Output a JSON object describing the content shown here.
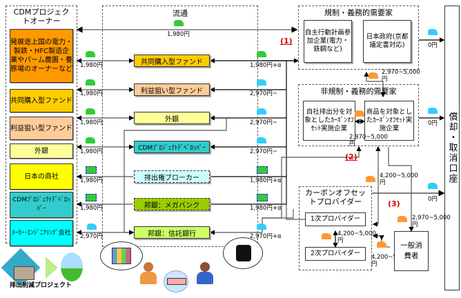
{
  "owner_group": {
    "title": "CDMプロジェクトオーナー",
    "items": [
      {
        "label": "発展途上国の電力・製鉄・HFC製造企業やパーム農園・養豚場のオーナーなど",
        "color": "#ff9900"
      },
      {
        "label": "共同購入型ファンド",
        "color": "#ffcc00"
      },
      {
        "label": "利益狙い型ファンド",
        "color": "#ffcc99"
      },
      {
        "label": "外銀",
        "color": "#ffff99"
      },
      {
        "label": "日本の商社",
        "color": "#ffff00"
      },
      {
        "label": "CDMﾌﾟﾛｼﾞｪｸﾄﾃﾞﾍﾞﾛｯﾊﾟｰ",
        "color": "#33cccc"
      },
      {
        "label": "ﾒｰｶｰ･ｴﾝｼﾞﾆｱﾘﾝｸﾞ会社",
        "color": "#00ffff"
      }
    ],
    "project_label": "排出削減プロジェクト"
  },
  "distribution": {
    "title": "流通",
    "direct_price": "1,980円",
    "intermediaries": [
      {
        "label": "共同購入型ファンド",
        "color": "#ffcc00",
        "buy_price": "1,980円",
        "sell_price": "1,980円+α",
        "style": "solid"
      },
      {
        "label": "利益狙い型ファンド",
        "color": "#ffcc99",
        "buy_price": "1,980円",
        "sell_price": "2,970円~",
        "style": "solid"
      },
      {
        "label": "外銀",
        "color": "#ffff99",
        "buy_price": "1,980円",
        "sell_price": "2,970円~",
        "style": "solid"
      },
      {
        "label": "CDMﾌﾟﾛｼﾞｪｸﾄﾃﾞﾍﾞﾛｯﾊﾟｰ",
        "color": "#33cccc",
        "buy_price": "1,980円",
        "sell_price": "2,970円~",
        "style": "solid"
      },
      {
        "label": "排出権ブローカー",
        "color": "#ccffff",
        "buy_price": "1,980円",
        "sell_price": "1,980円+α",
        "style": "dashed"
      },
      {
        "label": "邦銀：メガバンク",
        "color": "#99cc00",
        "buy_price": "1,980円",
        "sell_price": "1,980円+α",
        "style": "dashed"
      },
      {
        "label": "邦銀：信託銀行",
        "color": "#ccff66",
        "buy_price": "2,970円",
        "sell_price": "2,970円+α",
        "style": "solid"
      }
    ]
  },
  "regulated": {
    "title": "規制・義務的需要家",
    "marker": "(1)",
    "boxes": [
      "自主行動計画参加企業(電力・鉄鋼など)",
      "日本政府(京都議定書対応)"
    ],
    "inflow_price": "2,970~5,000円",
    "to_registry": "0円"
  },
  "non_regulated": {
    "title": "非規制・義務的需要家",
    "marker": "(2)",
    "boxes": [
      "自社排出分を対象としたｶｰﾎﾞﾝｵﾌｾｯﾄ実施企業",
      "商品を対象としたｶｰﾎﾞﾝｵﾌｾｯﾄ実施企業"
    ],
    "inner_price": "2,970~5,000円",
    "inflow_price": "4,200~5,000円",
    "to_registry": "0円"
  },
  "offset_provider": {
    "title": "カーボンオフセットプロバイダー",
    "marker": "(3)",
    "tiers": [
      "1次プロバイダー",
      "2次プロバイダー"
    ],
    "tier_price": "4,200~5,000円",
    "consumer_price": "4,200~5,000円",
    "to_registry": "0円"
  },
  "consumer": {
    "label": "一般消費者",
    "price": "2,970~5,000円"
  },
  "registry": {
    "label": "償却・取消口座"
  },
  "icons": {
    "ticket_green": "carbon-credit-ticket-green",
    "ticket_blue": "carbon-credit-ticket-blue",
    "ticket_orange": "carbon-credit-ticket-orange"
  }
}
